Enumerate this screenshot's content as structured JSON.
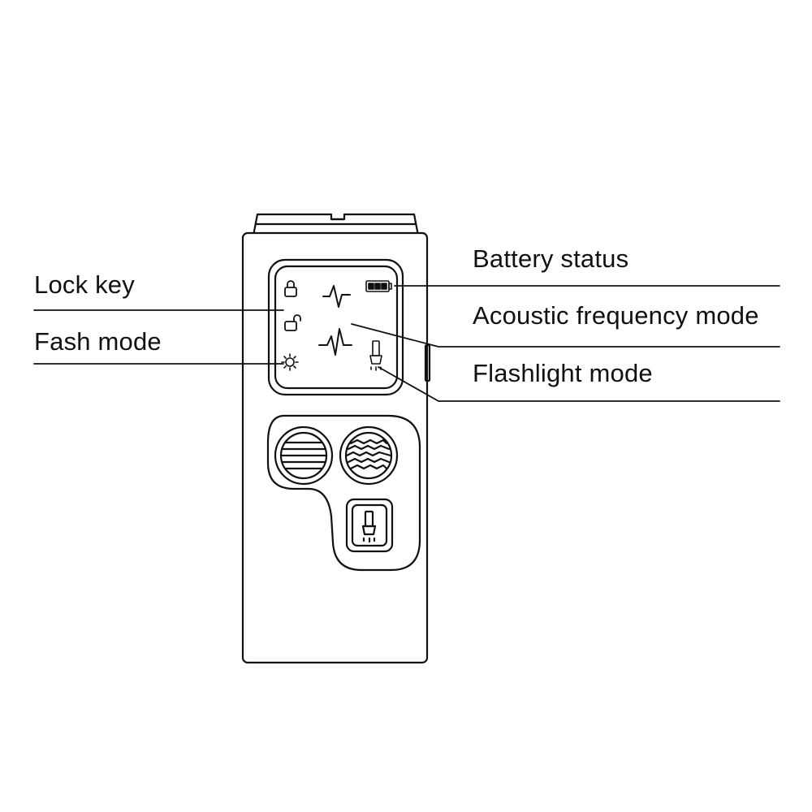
{
  "labels": {
    "lock_key": "Lock key",
    "flash_mode": "Fash mode",
    "battery_status": "Battery status",
    "acoustic_frequency_mode": "Acoustic frequency mode",
    "flashlight_mode": "Flashlight mode"
  },
  "colors": {
    "line": "#111111",
    "device_fill": "#ffffff",
    "background": "#ffffff"
  },
  "icons": {
    "screen": [
      "lock-icon",
      "unlock-icon",
      "sun-icon",
      "waveform-icon",
      "waveform-icon",
      "battery-icon",
      "flashlight-icon"
    ],
    "buttons": [
      "speaker-grille-icon",
      "speaker-grille-icon",
      "flashlight-icon"
    ]
  }
}
